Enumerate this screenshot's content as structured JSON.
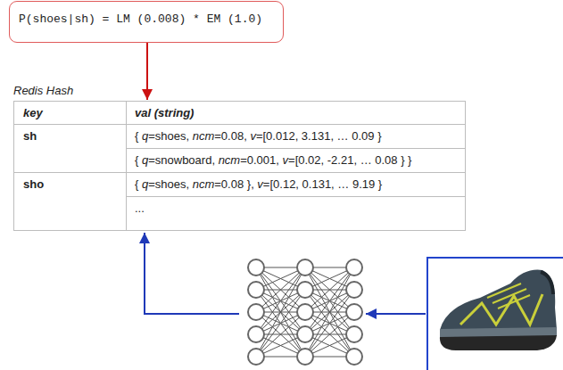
{
  "diagram": {
    "nodes": [
      {
        "text": [
          "P(shoes|sh) = LM (0.008) * EM (1.0)"
        ]
      },
      {
        "text": [
          "Redis Hash"
        ]
      }
    ],
    "edges": [
      {
        "from": 0,
        "to": 1,
        "arrow": "to"
      }
    ],
    "labels": [
      "key",
      "val (string)",
      "sh",
      "{ q=shoes, ncm=0.08, v=[0.012, 3.131, … 0.09 }",
      "{ q=snowboard, ncm=0.001, v=[0.02, -2.21, … 0.08 } }",
      "sho",
      "{ q=shoes, ncm=0.08 }, v=[0.12, 0.131, … 9.19 }",
      "..."
    ]
  }
}
